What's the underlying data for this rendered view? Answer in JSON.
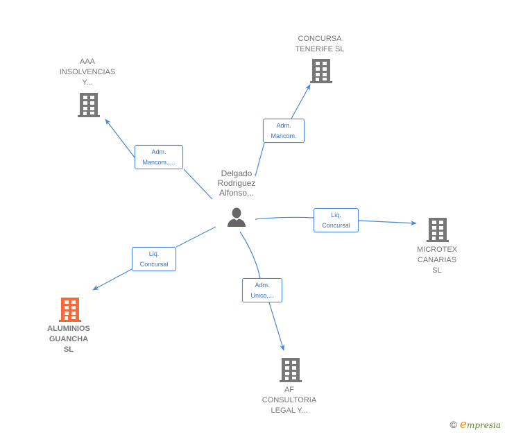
{
  "graph": {
    "colors": {
      "edge": "#4a86d8",
      "company_icon": "#777777",
      "highlight_icon": "#f26a3d",
      "person_icon": "#666666",
      "label_text": "#777777"
    },
    "center": {
      "id": "person",
      "type": "person",
      "icon": "person-icon",
      "label_lines": [
        "Delgado",
        "Rodriguez",
        "Alfonso..."
      ]
    },
    "nodes": [
      {
        "id": "aaa",
        "type": "company",
        "icon": "building-icon",
        "highlight": false,
        "label_lines": [
          "AAA",
          "INSOLVENCIAS",
          "Y..."
        ]
      },
      {
        "id": "concursa",
        "type": "company",
        "icon": "building-icon",
        "highlight": false,
        "label_lines": [
          "CONCURSA",
          "TENERIFE SL"
        ]
      },
      {
        "id": "microtex",
        "type": "company",
        "icon": "building-icon",
        "highlight": false,
        "label_lines": [
          "MICROTEX",
          "CANARIAS",
          "SL"
        ]
      },
      {
        "id": "af",
        "type": "company",
        "icon": "building-icon",
        "highlight": false,
        "label_lines": [
          "AF",
          "CONSULTORIA",
          "LEGAL Y..."
        ]
      },
      {
        "id": "aluminios",
        "type": "company",
        "icon": "building-icon",
        "highlight": true,
        "label_lines": [
          "ALUMINIOS",
          "GUANCHA",
          "SL"
        ]
      }
    ],
    "edges": [
      {
        "from": "person",
        "to": "aaa",
        "label_lines": [
          "Adm.",
          "Mancom.,..."
        ]
      },
      {
        "from": "person",
        "to": "concursa",
        "label_lines": [
          "Adm.",
          "Mancom."
        ]
      },
      {
        "from": "person",
        "to": "microtex",
        "label_lines": [
          "Liq.",
          "Concursal"
        ]
      },
      {
        "from": "person",
        "to": "af",
        "label_lines": [
          "Adm.",
          "Unico,..."
        ]
      },
      {
        "from": "person",
        "to": "aluminios",
        "label_lines": [
          "Liq.",
          "Concursal"
        ]
      }
    ]
  },
  "watermark": {
    "copyright": "©",
    "brand_initial": "e",
    "brand_rest": "mpresia"
  }
}
